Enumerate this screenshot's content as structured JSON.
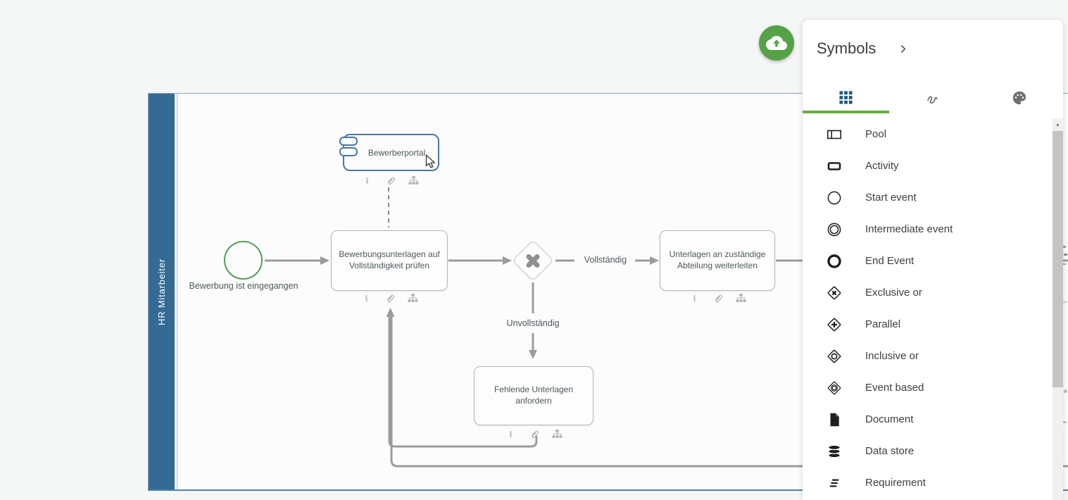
{
  "page": {
    "background": "#f5f6f6"
  },
  "upload_fab": {
    "icon": "cloud-upload-icon",
    "color": "#56a246"
  },
  "panel": {
    "title": "Symbols",
    "collapse_icon": "chevron-right-icon",
    "accent": "#67ad44",
    "tab_icon_blue": "#1e5a80",
    "tabs": [
      {
        "icon": "shapes-grid-icon",
        "active": true
      },
      {
        "icon": "freehand-draw-icon",
        "active": false
      },
      {
        "icon": "color-palette-icon",
        "active": false
      }
    ],
    "symbols": [
      {
        "icon": "pool-icon",
        "label": "Pool"
      },
      {
        "icon": "activity-icon",
        "label": "Activity"
      },
      {
        "icon": "start-event-icon",
        "label": "Start event"
      },
      {
        "icon": "intermediate-event-icon",
        "label": "Intermediate event"
      },
      {
        "icon": "end-event-icon",
        "label": "End Event"
      },
      {
        "icon": "exclusive-or-icon",
        "label": "Exclusive or"
      },
      {
        "icon": "parallel-icon",
        "label": "Parallel"
      },
      {
        "icon": "inclusive-or-icon",
        "label": "Inclusive or"
      },
      {
        "icon": "event-based-icon",
        "label": "Event based"
      },
      {
        "icon": "document-icon",
        "label": "Document"
      },
      {
        "icon": "data-store-icon",
        "label": "Data store"
      },
      {
        "icon": "requirement-icon",
        "label": "Requirement"
      }
    ]
  },
  "diagram": {
    "pool_label": "HR Mitarbeiter",
    "pool_color": "#336b94",
    "nodes": {
      "data_object_label": "Bewerberportal",
      "start_event_label": "Bewerbung ist eingegangen",
      "activity_check_label": "Bewerbungsunterlagen auf Vollständigkeit prüfen",
      "activity_forward_label": "Unterlagen an zuständige Abteilung weiterleiten",
      "activity_request_label": "Fehlende Unterlagen anfordern"
    },
    "edge_labels": {
      "complete": "Vollständig",
      "incomplete": "Unvollständig"
    },
    "node_action_icons": [
      "info-icon",
      "attachment-icon",
      "org-chart-icon"
    ],
    "colors": {
      "start_event_border": "#55a055",
      "selection_blue": "#4a77a3",
      "connector_gray": "#9b9b9b"
    }
  }
}
